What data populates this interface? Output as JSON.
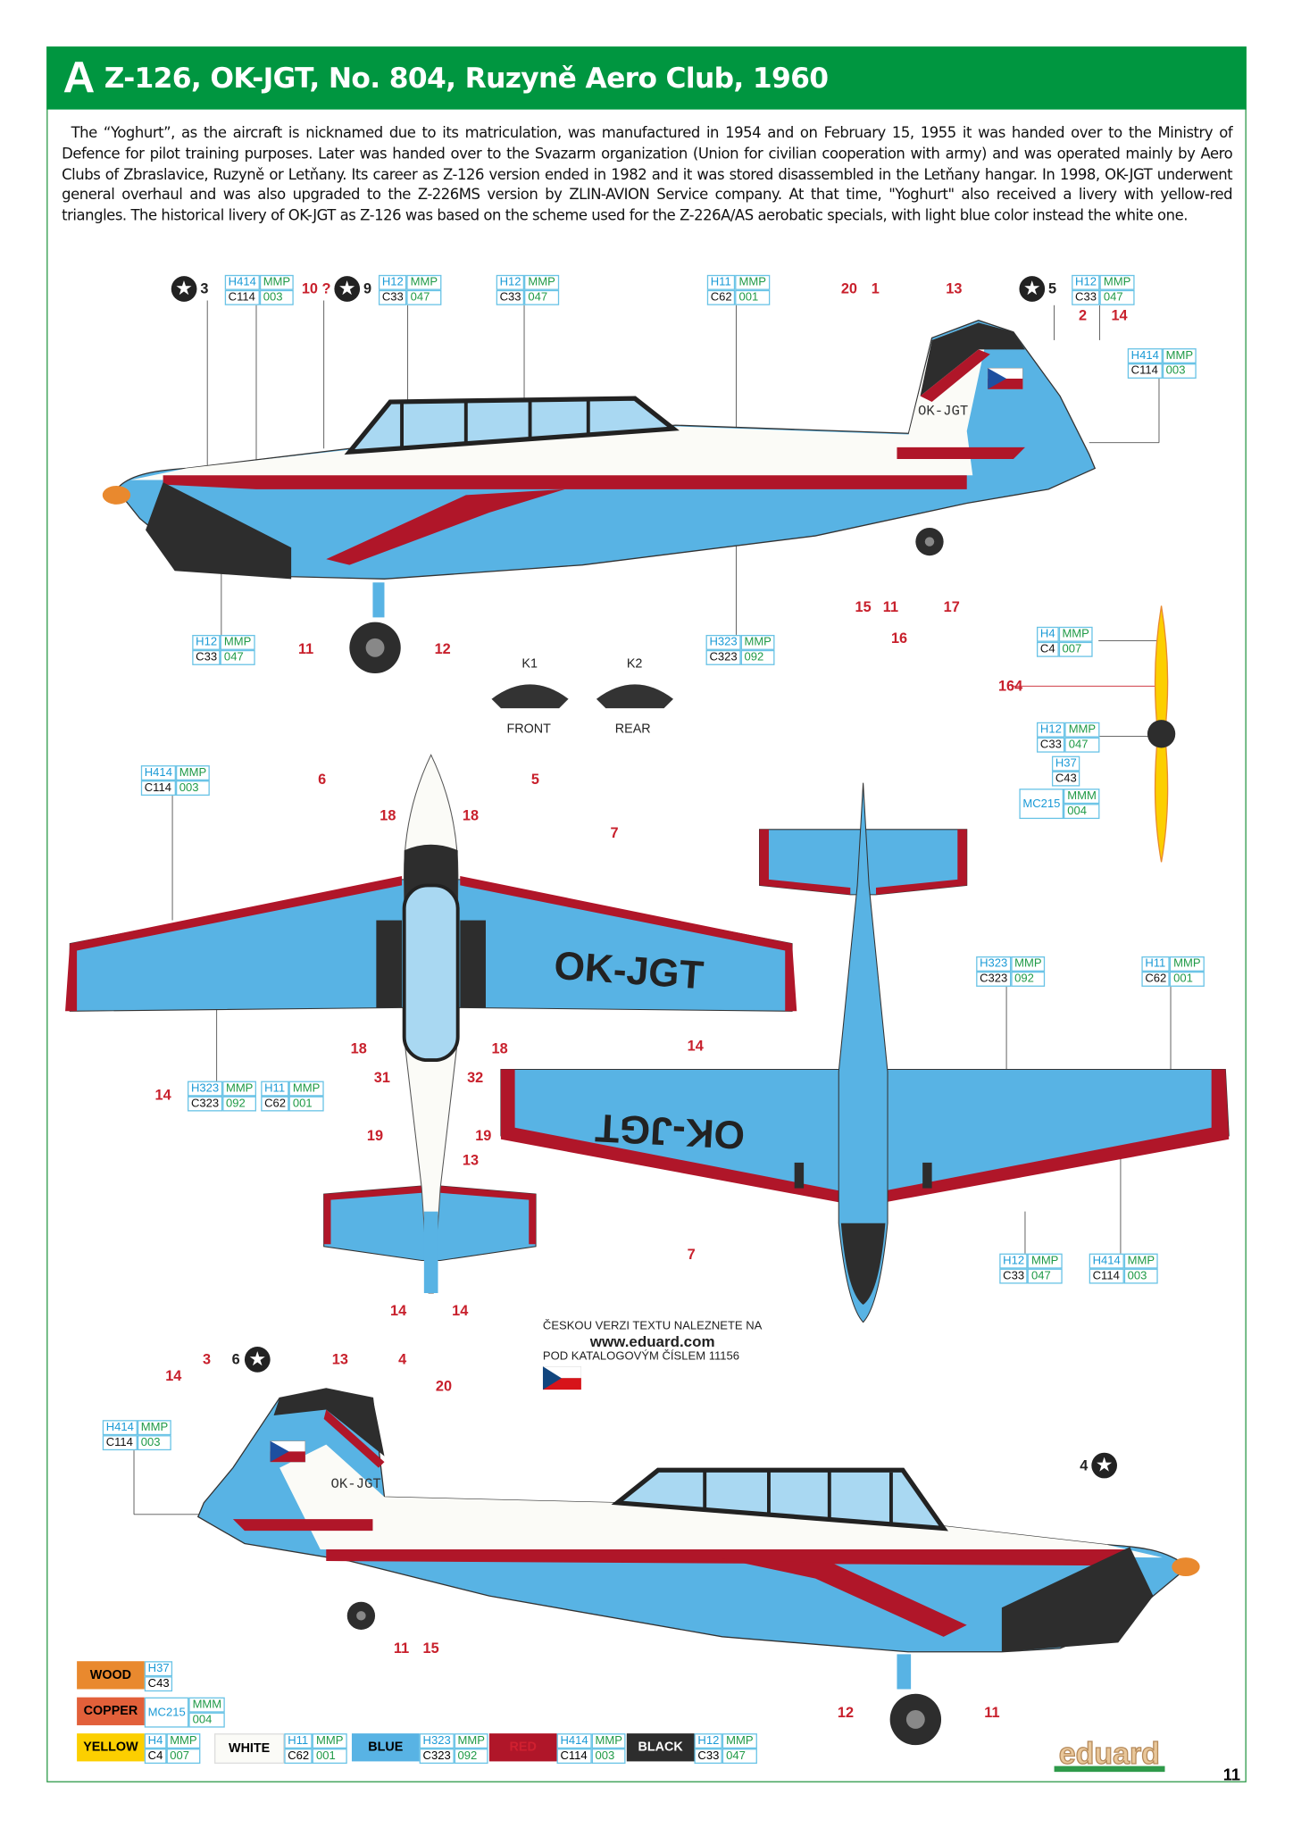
{
  "header": {
    "letter": "A",
    "title": "Z-126, OK-JGT, No. 804, Ruzyně Aero Club, 1960"
  },
  "intro": "The “Yoghurt”, as the aircraft is nicknamed due to its matriculation, was manufactured in 1954 and on February 15, 1955 it was handed over to the Ministry of Defence for pilot training purposes. Later was handed over to the Svazarm organization (Union for civilian cooperation with army) and was operated mainly by Aero Clubs of Zbraslavice, Ruzyně or Letňany. Its career as Z-126 version ended in 1982 and it was stored disassembled in the Letňany hangar. In 1998, OK-JGT underwent general overhaul and was also upgraded to the Z-226MS version by ZLIN-AVION Service company. At that time, \"Yoghurt\" also received a livery with yellow-red triangles. The historical livery of OK-JGT as Z-126 was based on the scheme used for the Z-226A/AS aerobatic specials, with light blue color instead the white one.",
  "registration": "OK-JGT",
  "callouts": [
    {
      "h": "H414",
      "brand": "MMP",
      "c": "C114",
      "num": "003"
    },
    {
      "h": "H12",
      "brand": "MMP",
      "c": "C33",
      "num": "047"
    },
    {
      "h": "H12",
      "brand": "MMP",
      "c": "C33",
      "num": "047"
    },
    {
      "h": "H11",
      "brand": "MMP",
      "c": "C62",
      "num": "001"
    },
    {
      "h": "H12",
      "brand": "MMP",
      "c": "C33",
      "num": "047"
    },
    {
      "h": "H414",
      "brand": "MMP",
      "c": "C114",
      "num": "003"
    },
    {
      "h": "H12",
      "brand": "MMP",
      "c": "C33",
      "num": "047"
    },
    {
      "h": "H323",
      "brand": "MMP",
      "c": "C323",
      "num": "092"
    },
    {
      "h": "H4",
      "brand": "MMP",
      "c": "C4",
      "num": "007"
    },
    {
      "h": "H12",
      "brand": "MMP",
      "c": "C33",
      "num": "047"
    },
    {
      "h": "H37",
      "c": "C43"
    },
    {
      "h": "MC215",
      "brand": "MMM",
      "num": "004"
    },
    {
      "h": "H414",
      "brand": "MMP",
      "c": "C114",
      "num": "003"
    },
    {
      "h": "H323",
      "brand": "MMP",
      "c": "C323",
      "num": "092"
    },
    {
      "h": "H11",
      "brand": "MMP",
      "c": "C62",
      "num": "001"
    },
    {
      "h": "H323",
      "brand": "MMP",
      "c": "C323",
      "num": "092"
    },
    {
      "h": "H11",
      "brand": "MMP",
      "c": "C62",
      "num": "001"
    },
    {
      "h": "H12",
      "brand": "MMP",
      "c": "C33",
      "num": "047"
    },
    {
      "h": "H414",
      "brand": "MMP",
      "c": "C114",
      "num": "003"
    },
    {
      "h": "H414",
      "brand": "MMP",
      "c": "C114",
      "num": "003"
    }
  ],
  "labels": [
    "3",
    "10 ?",
    "9",
    "20",
    "1",
    "13",
    "5",
    "2",
    "14",
    "15",
    "11",
    "16",
    "17",
    "11",
    "12",
    "164",
    "6",
    "5",
    "18",
    "18",
    "7",
    "18",
    "18",
    "14",
    "31",
    "32",
    "14",
    "19",
    "19",
    "13",
    "14",
    "14",
    "7",
    "14",
    "3",
    "6",
    "13",
    "4",
    "20",
    "4",
    "11",
    "15",
    "12",
    "11"
  ],
  "stencils": {
    "k1": "K1",
    "k2": "K2",
    "front": "FRONT",
    "rear": "REAR"
  },
  "czech": {
    "line1": "ČESKOU VERZI TEXTU NALEZNETE NA",
    "url": "www.eduard.com",
    "line2": "POD KATALOGOVÝM ČÍSLEM 11156"
  },
  "legend": [
    {
      "name": "WOOD",
      "color": "#e9892e",
      "h": "H37",
      "c": "C43"
    },
    {
      "name": "COPPER",
      "color": "#e2603a",
      "h": "MC215",
      "brand": "MMM",
      "num": "004"
    },
    {
      "name": "YELLOW",
      "color": "#fccf00",
      "h": "H4",
      "brand": "MMP",
      "c": "C4",
      "num": "007"
    },
    {
      "name": "WHITE",
      "color": "#fbfbf7",
      "h": "H11",
      "brand": "MMP",
      "c": "C62",
      "num": "001"
    },
    {
      "name": "BLUE",
      "color": "#58b3e4",
      "h": "H323",
      "brand": "MMP",
      "c": "C323",
      "num": "092"
    },
    {
      "name": "RED",
      "color": "#b01629",
      "h": "H414",
      "brand": "MMP",
      "c": "C114",
      "num": "003"
    },
    {
      "name": "BLACK",
      "color": "#2d2d2d",
      "h": "H12",
      "brand": "MMP",
      "c": "C33",
      "num": "047"
    }
  ],
  "logo": "eduard",
  "page_number": "11"
}
